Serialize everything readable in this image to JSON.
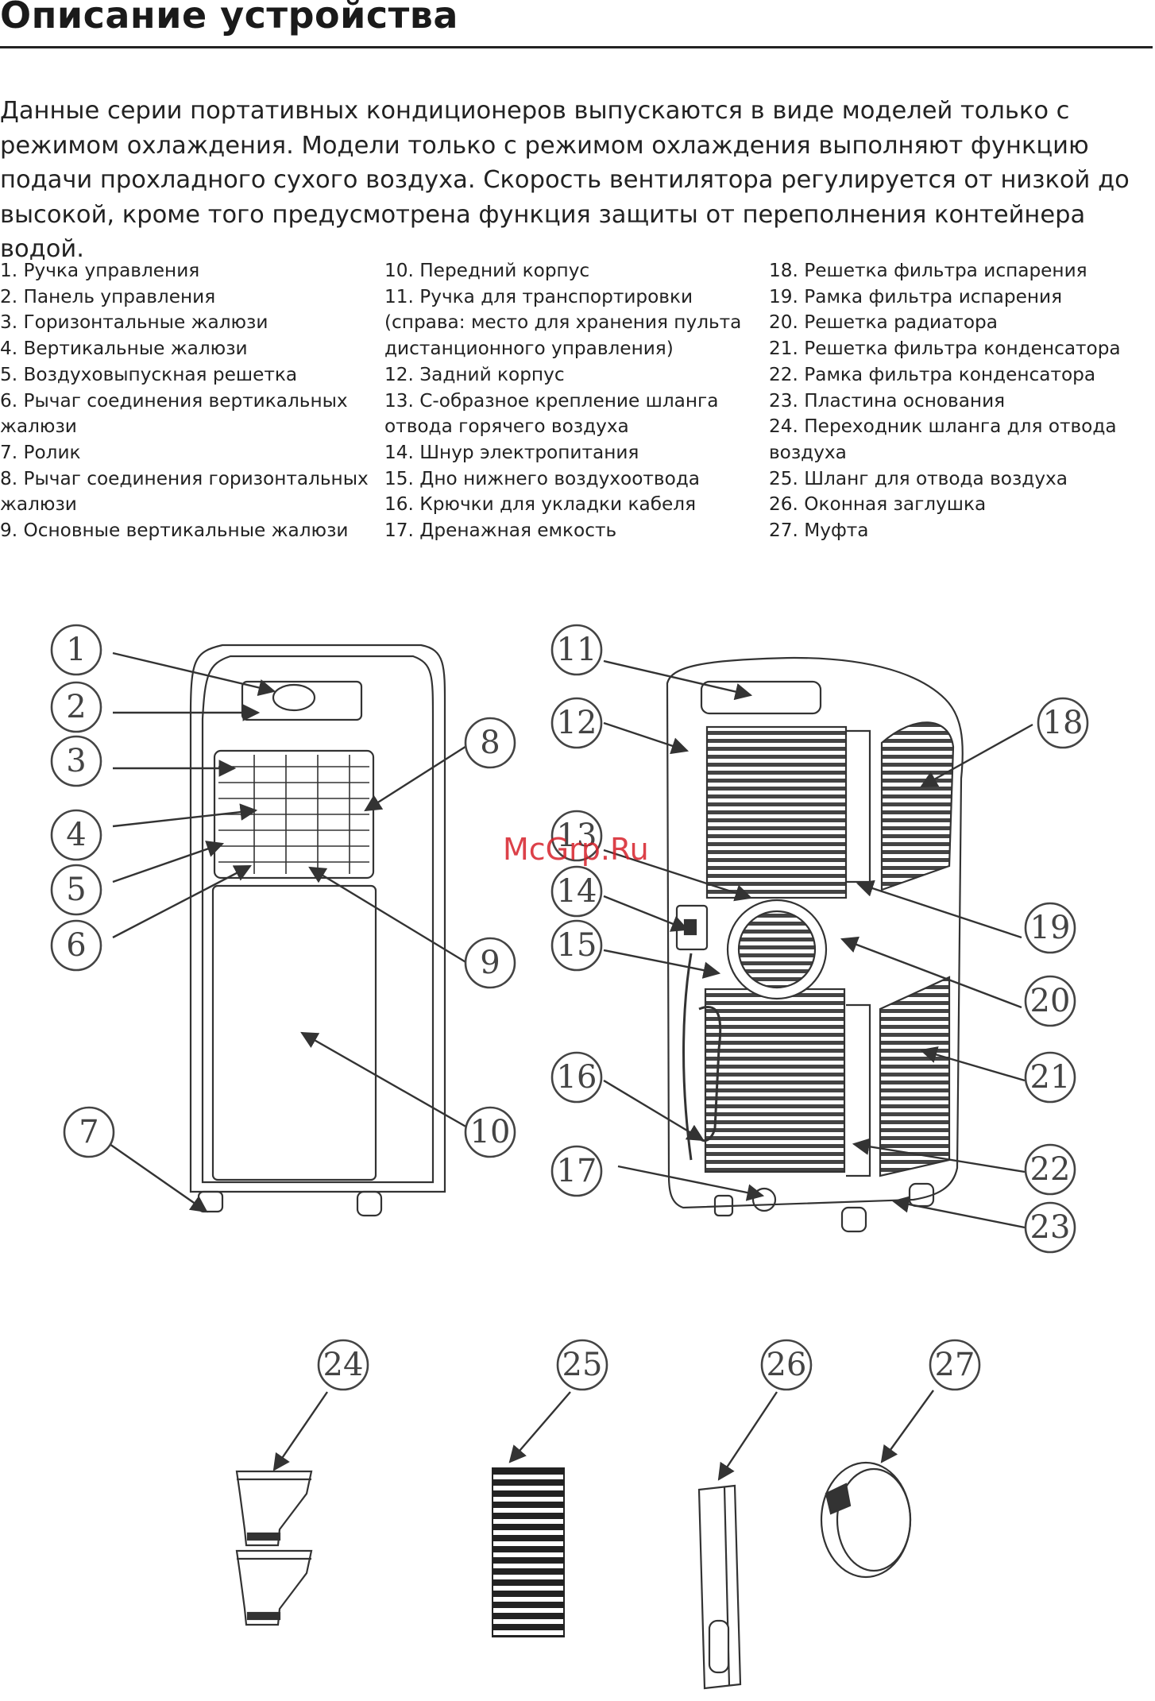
{
  "title": "Описание устройства",
  "intro": "Данные серии портативных кондиционеров выпускаются в виде моделей только с режимом охлаждения. Модели только с режимом охлаждения выполняют функцию подачи прохладного сухого воздуха. Скорость вентилятора регулируется от низкой до высокой, кроме того предусмотрена функция защиты от переполнения контейнера водой.",
  "parts_columns": [
    [
      "1. Ручка управления",
      "2. Панель управления",
      "3. Горизонтальные жалюзи",
      "4. Вертикальные жалюзи",
      "5. Воздуховыпускная решетка",
      "6. Рычаг соединения вертикальных",
      "жалюзи",
      "7. Ролик",
      "8. Рычаг соединения горизонтальных",
      "жалюзи",
      "9. Основные вертикальные жалюзи"
    ],
    [
      "10. Передний корпус",
      "11. Ручка для транспортировки",
      "(справа: место для хранения пульта",
      "дистанционного управления)",
      "12. Задний корпус",
      "13. С-образное крепление шланга",
      "отвода горячего воздуха",
      "14. Шнур электропитания",
      "15. Дно нижнего воздухоотвода",
      "16. Крючки для укладки кабеля",
      "17. Дренажная емкость"
    ],
    [
      "18. Решетка фильтра испарения",
      "19. Рамка фильтра испарения",
      "20. Решетка радиатора",
      "21. Решетка фильтра конденсатора",
      "22. Рамка фильтра конденсатора",
      "23. Пластина основания",
      "24. Переходник шланга для отвода",
      "воздуха",
      "25. Шланг для отвода воздуха",
      "26. Оконная заглушка",
      "27. Муфта"
    ]
  ],
  "callouts": [
    "1",
    "2",
    "3",
    "4",
    "5",
    "6",
    "7",
    "8",
    "9",
    "10",
    "11",
    "12",
    "13",
    "14",
    "15",
    "16",
    "17",
    "18",
    "19",
    "20",
    "21",
    "22",
    "23",
    "24",
    "25",
    "26",
    "27"
  ],
  "watermark": "McGrp.Ru",
  "colors": {
    "text": "#222222",
    "rule": "#222222",
    "watermark": "#d6202a"
  }
}
